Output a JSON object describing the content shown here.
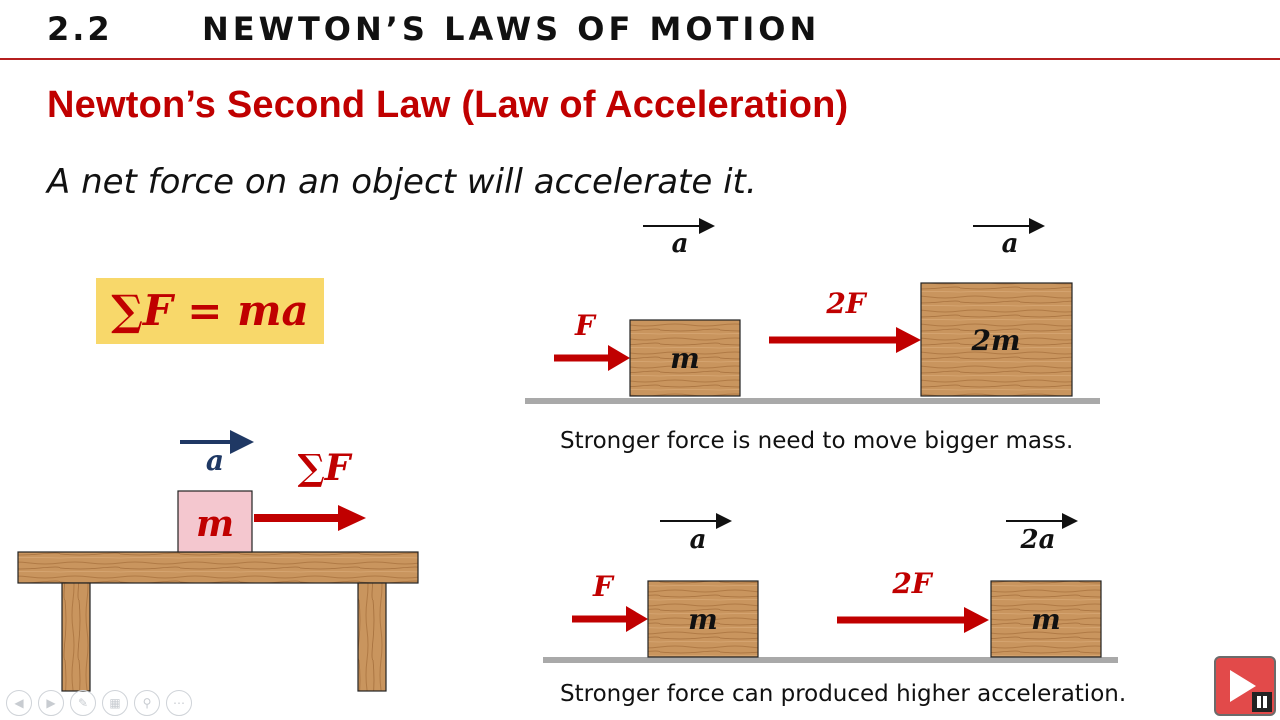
{
  "header": {
    "section_number": "2.2",
    "section_title": "NEWTON’S LAWS OF MOTION"
  },
  "slide": {
    "title": "Newton’s Second Law (Law of Acceleration)",
    "subtitle": "A net force on an object will accelerate it."
  },
  "formula": "∑F = ma",
  "table_diagram": {
    "accel_label": "a",
    "force_label": "∑F",
    "mass_label": "m"
  },
  "comparison1": {
    "left": {
      "force": "F",
      "mass": "m",
      "accel": "a"
    },
    "right": {
      "force": "2F",
      "mass": "2m",
      "accel": "a"
    },
    "caption": "Stronger force is need to move bigger mass."
  },
  "comparison2": {
    "left": {
      "force": "F",
      "mass": "m",
      "accel": "a"
    },
    "right": {
      "force": "2F",
      "mass": "m",
      "accel": "2a"
    },
    "caption": "Stronger force can produced higher acceleration."
  },
  "colors": {
    "accent": "#c00000",
    "header_rule": "#b51f1f",
    "formula_bg": "#f8d86a",
    "wood": "#c9955e",
    "accel_arrow": "#1f3864"
  },
  "icons": [
    "prev-icon",
    "next-icon",
    "pen-icon",
    "grid-icon",
    "zoom-icon",
    "more-icon",
    "video-logo-icon"
  ]
}
